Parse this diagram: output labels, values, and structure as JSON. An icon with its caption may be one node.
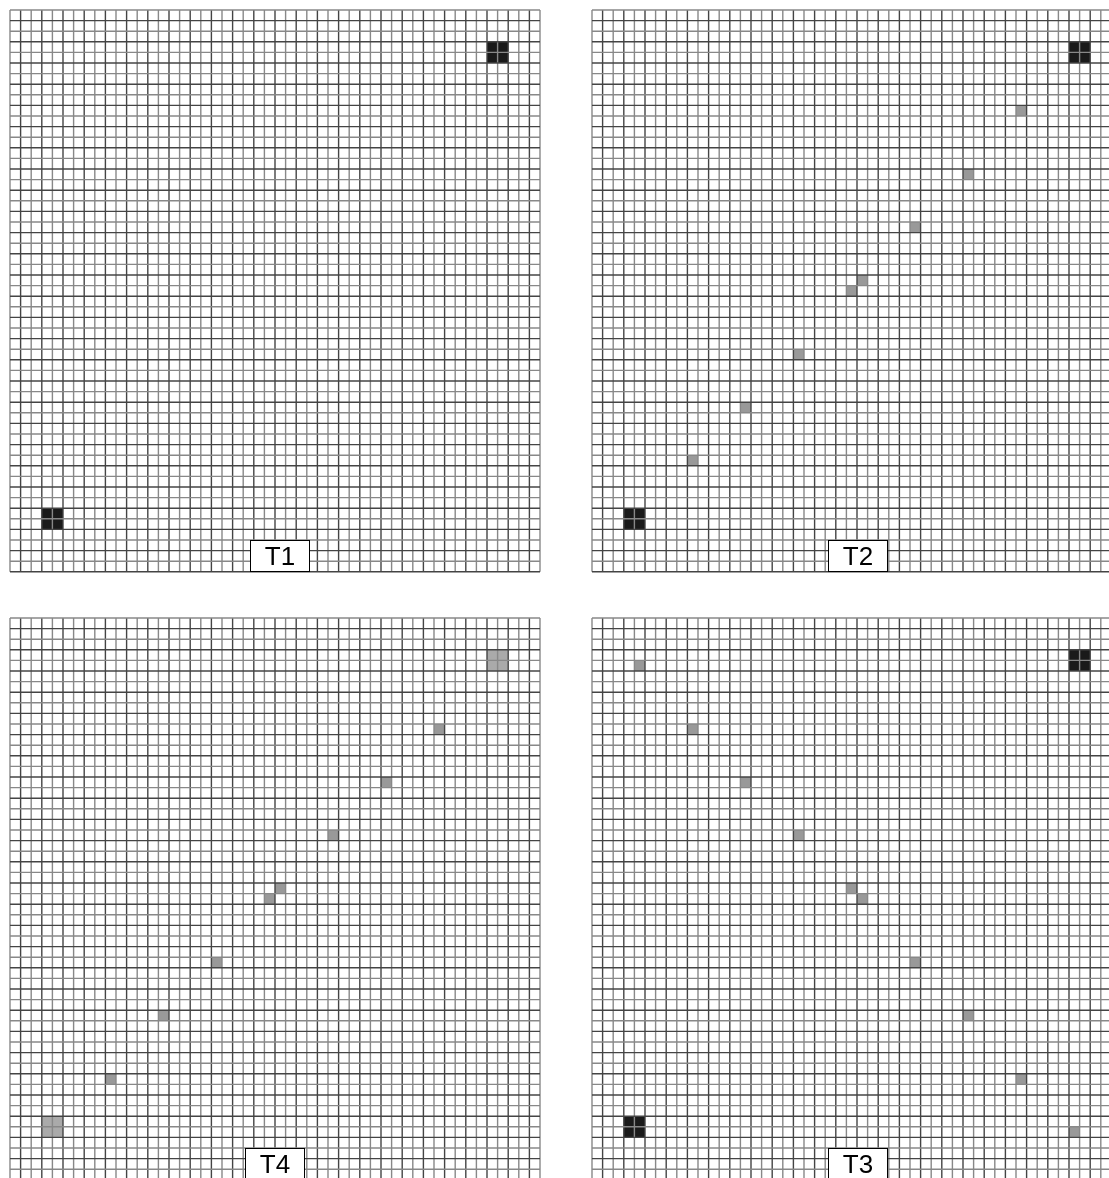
{
  "diagram": {
    "nodes": [
      {
        "text": [
          "T1"
        ]
      },
      {
        "text": [
          "T2"
        ]
      },
      {
        "text": [
          "T4"
        ]
      },
      {
        "text": [
          "T3"
        ]
      }
    ]
  }
}
